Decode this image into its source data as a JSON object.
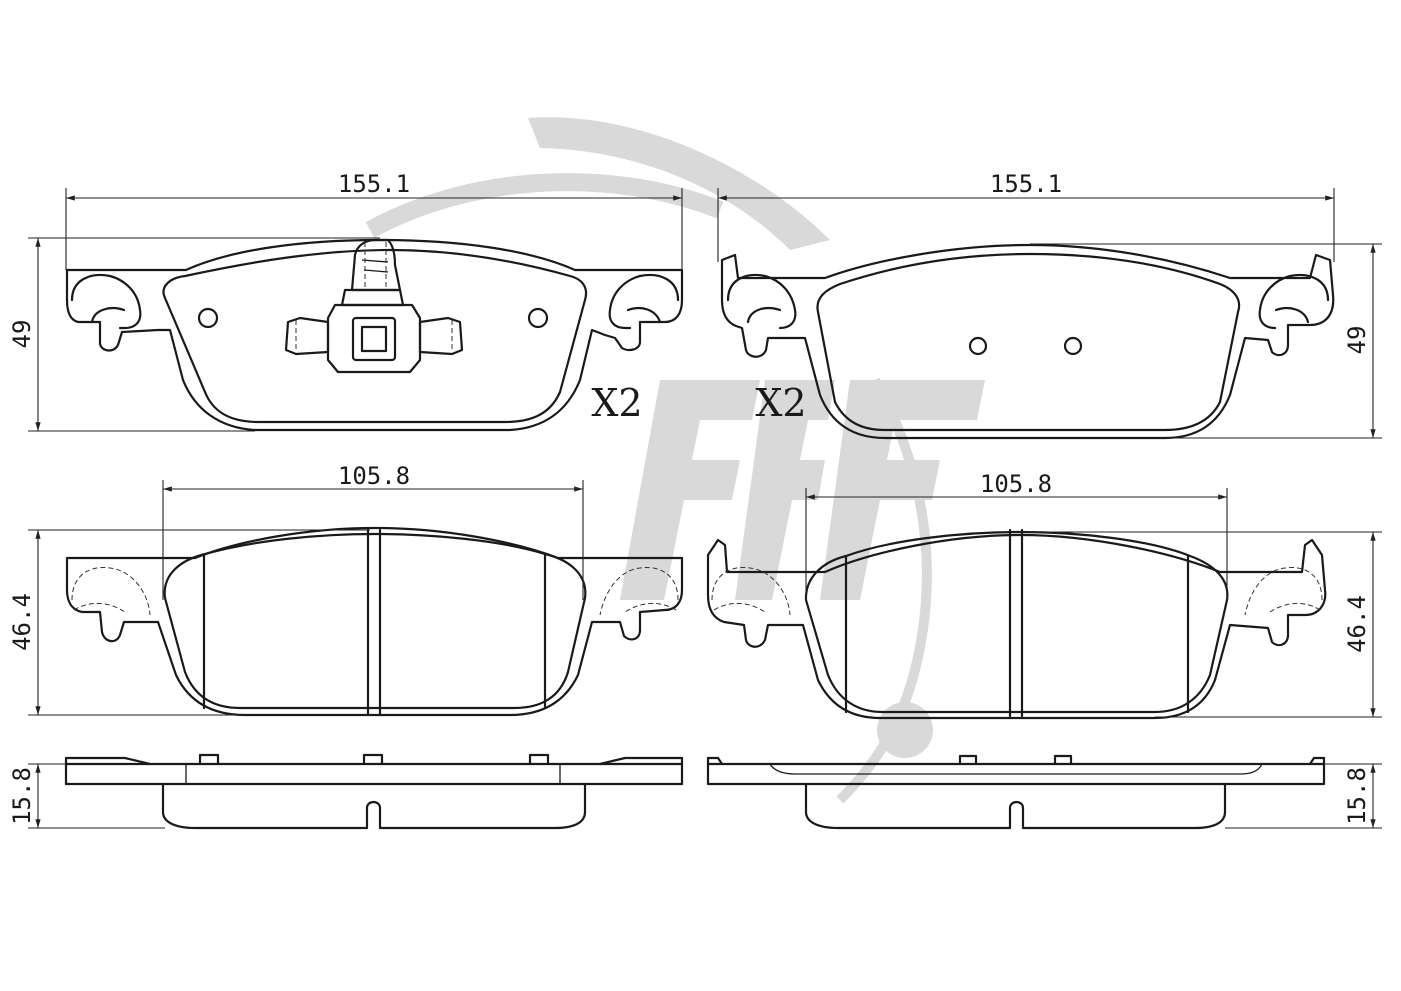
{
  "watermark": {
    "color": "#d9d9d9"
  },
  "left": {
    "front_view": {
      "width": "155.1",
      "height": "49",
      "quantity": "X2"
    },
    "back_view": {
      "width": "105.8",
      "height": "46.4"
    },
    "side_view": {
      "thickness": "15.8"
    }
  },
  "right": {
    "front_view": {
      "width": "155.1",
      "height": "49",
      "quantity": "X2"
    },
    "back_view": {
      "width": "105.8",
      "height": "46.4"
    },
    "side_view": {
      "thickness": "15.8"
    }
  }
}
